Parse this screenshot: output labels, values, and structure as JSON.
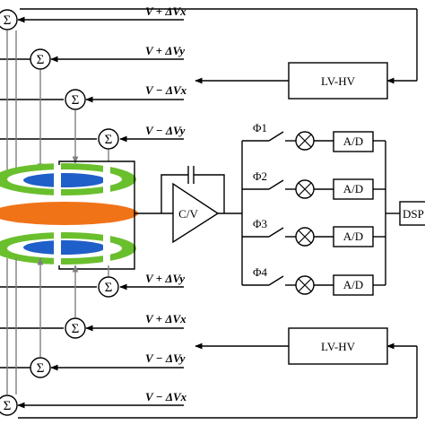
{
  "colors": {
    "line": "#000000",
    "vline": "#7f7f7f",
    "green": "#6abf2d",
    "blue": "#1f5fc9",
    "orange": "#f07318"
  },
  "symbols": {
    "sum": "Σ",
    "multiply": "⊗"
  },
  "voltage_labels": {
    "top1": "V + ΔVx",
    "top2": "V + ΔVy",
    "top3": "V − ΔVx",
    "top4": "V − ΔVy",
    "bot1": "V + ΔVy",
    "bot2": "V + ΔVx",
    "bot3": "V − ΔVy",
    "bot4": "V − ΔVx"
  },
  "amplifiers": {
    "top": "LV-HV",
    "bottom": "LV-HV"
  },
  "cv_converter": "C/V",
  "phases": [
    "Φ1",
    "Φ2",
    "Φ3",
    "Φ4"
  ],
  "ad_converters": [
    "A/D",
    "A/D",
    "A/D",
    "A/D"
  ],
  "dsp": "DSP"
}
